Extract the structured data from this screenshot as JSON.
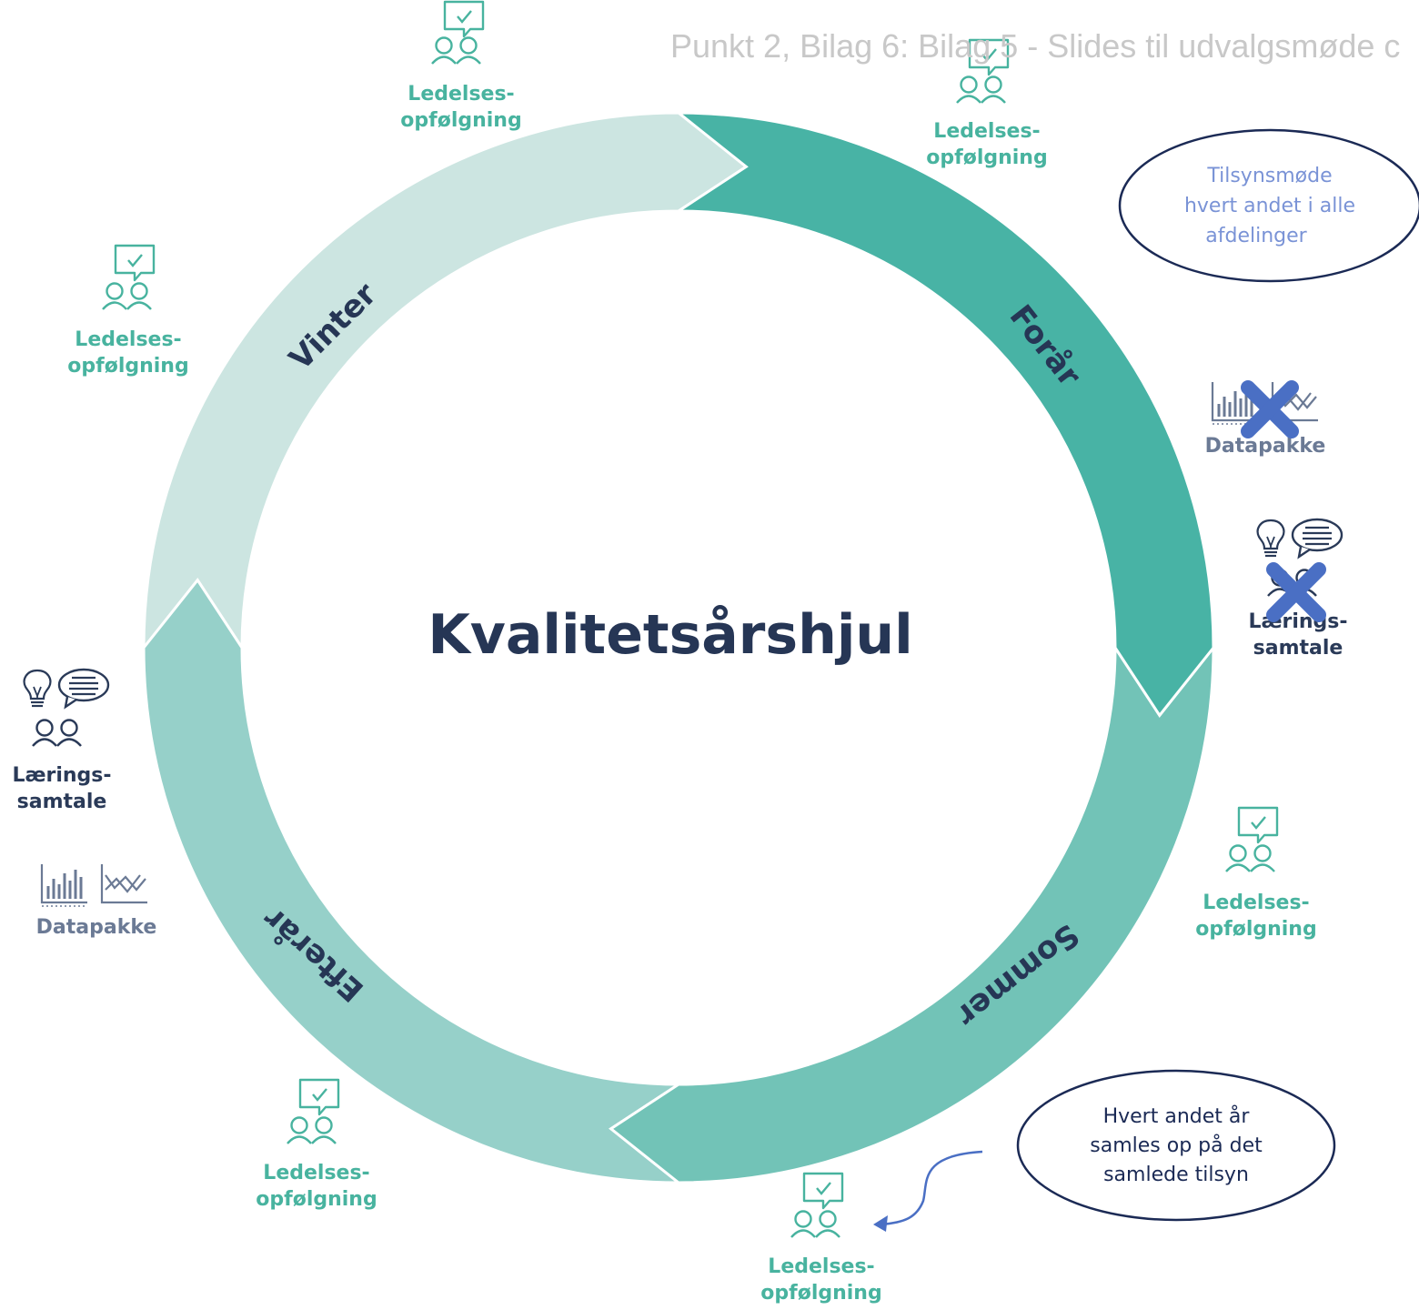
{
  "watermark": "Punkt 2, Bilag 6: Bilag 5 - Slides til udvalgsmøde c",
  "center_title": "Kvalitetsårshjul",
  "seasons": [
    {
      "label": "Forår",
      "color": "#48b3a5"
    },
    {
      "label": "Sommer",
      "color": "#72c3b7"
    },
    {
      "label": "Efterår",
      "color": "#96d0c9"
    },
    {
      "label": "Vinter",
      "color": "#cce5e1"
    }
  ],
  "activities": {
    "ledelses_line1": "Ledelses-",
    "ledelses_line2": "opfølgning",
    "laerings_line1": "Lærings-",
    "laerings_line2": "samtale",
    "datapakke": "Datapakke"
  },
  "notes": {
    "tilsyn": [
      "Tilsynsmøde",
      "hvert andet i alle",
      "afdelinger"
    ],
    "hvert_andet": [
      "Hvert andet år",
      "samles  op på det",
      "samlede tilsyn"
    ]
  },
  "colors": {
    "title": "#263655",
    "teal_text": "#48b39f",
    "navy_text": "#2a3a58",
    "note_blue": "#7a93d6",
    "cross": "#4a6fc4",
    "ellipse_stroke": "#1b2a55"
  }
}
